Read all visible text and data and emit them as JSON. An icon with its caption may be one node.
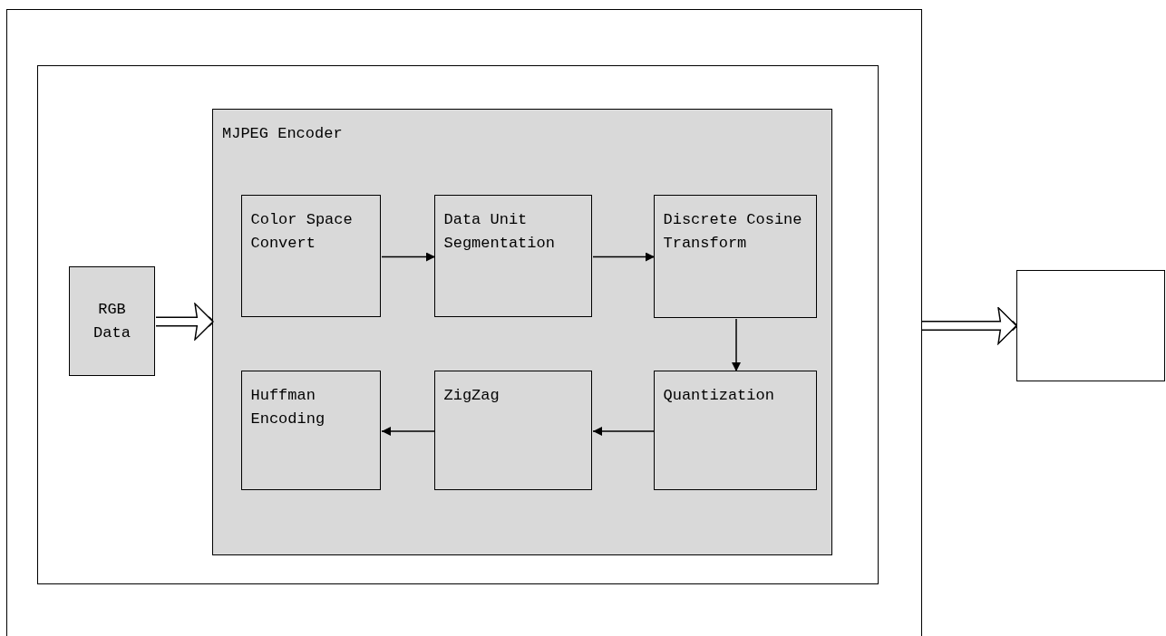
{
  "diagram": {
    "nodes": [
      {
        "text": [],
        "shape": "box"
      },
      {
        "text": [],
        "shape": "box",
        "in": 0
      },
      {
        "text": [
          "MJPEG Encoder"
        ],
        "in": 1
      },
      {
        "text": [
          "Color Space Convert"
        ],
        "in": 2
      },
      {
        "text": [
          "Data Unit Segmentation"
        ],
        "in": 2
      },
      {
        "text": [
          "Discrete Cosine Transform"
        ],
        "in": 2
      },
      {
        "text": [
          "Huffman Encoding"
        ],
        "in": 2
      },
      {
        "text": [
          "ZigZag"
        ],
        "in": 2
      },
      {
        "text": [
          "Quantization"
        ],
        "in": 2
      },
      {
        "text": [
          "RGB Data"
        ],
        "in": 1
      },
      {
        "text": [],
        "shape": "box"
      }
    ],
    "edges": [
      {
        "from": 9,
        "to": 2,
        "arrow": "to",
        "style": "thick"
      },
      {
        "from": 3,
        "to": 4,
        "arrow": "to"
      },
      {
        "from": 4,
        "to": 5,
        "arrow": "to"
      },
      {
        "from": 5,
        "to": 8,
        "arrow": "to"
      },
      {
        "from": 8,
        "to": 7,
        "arrow": "to"
      },
      {
        "from": 7,
        "to": 6,
        "arrow": "to"
      },
      {
        "from": 0,
        "to": 10,
        "arrow": "to",
        "style": "thick"
      }
    ]
  }
}
